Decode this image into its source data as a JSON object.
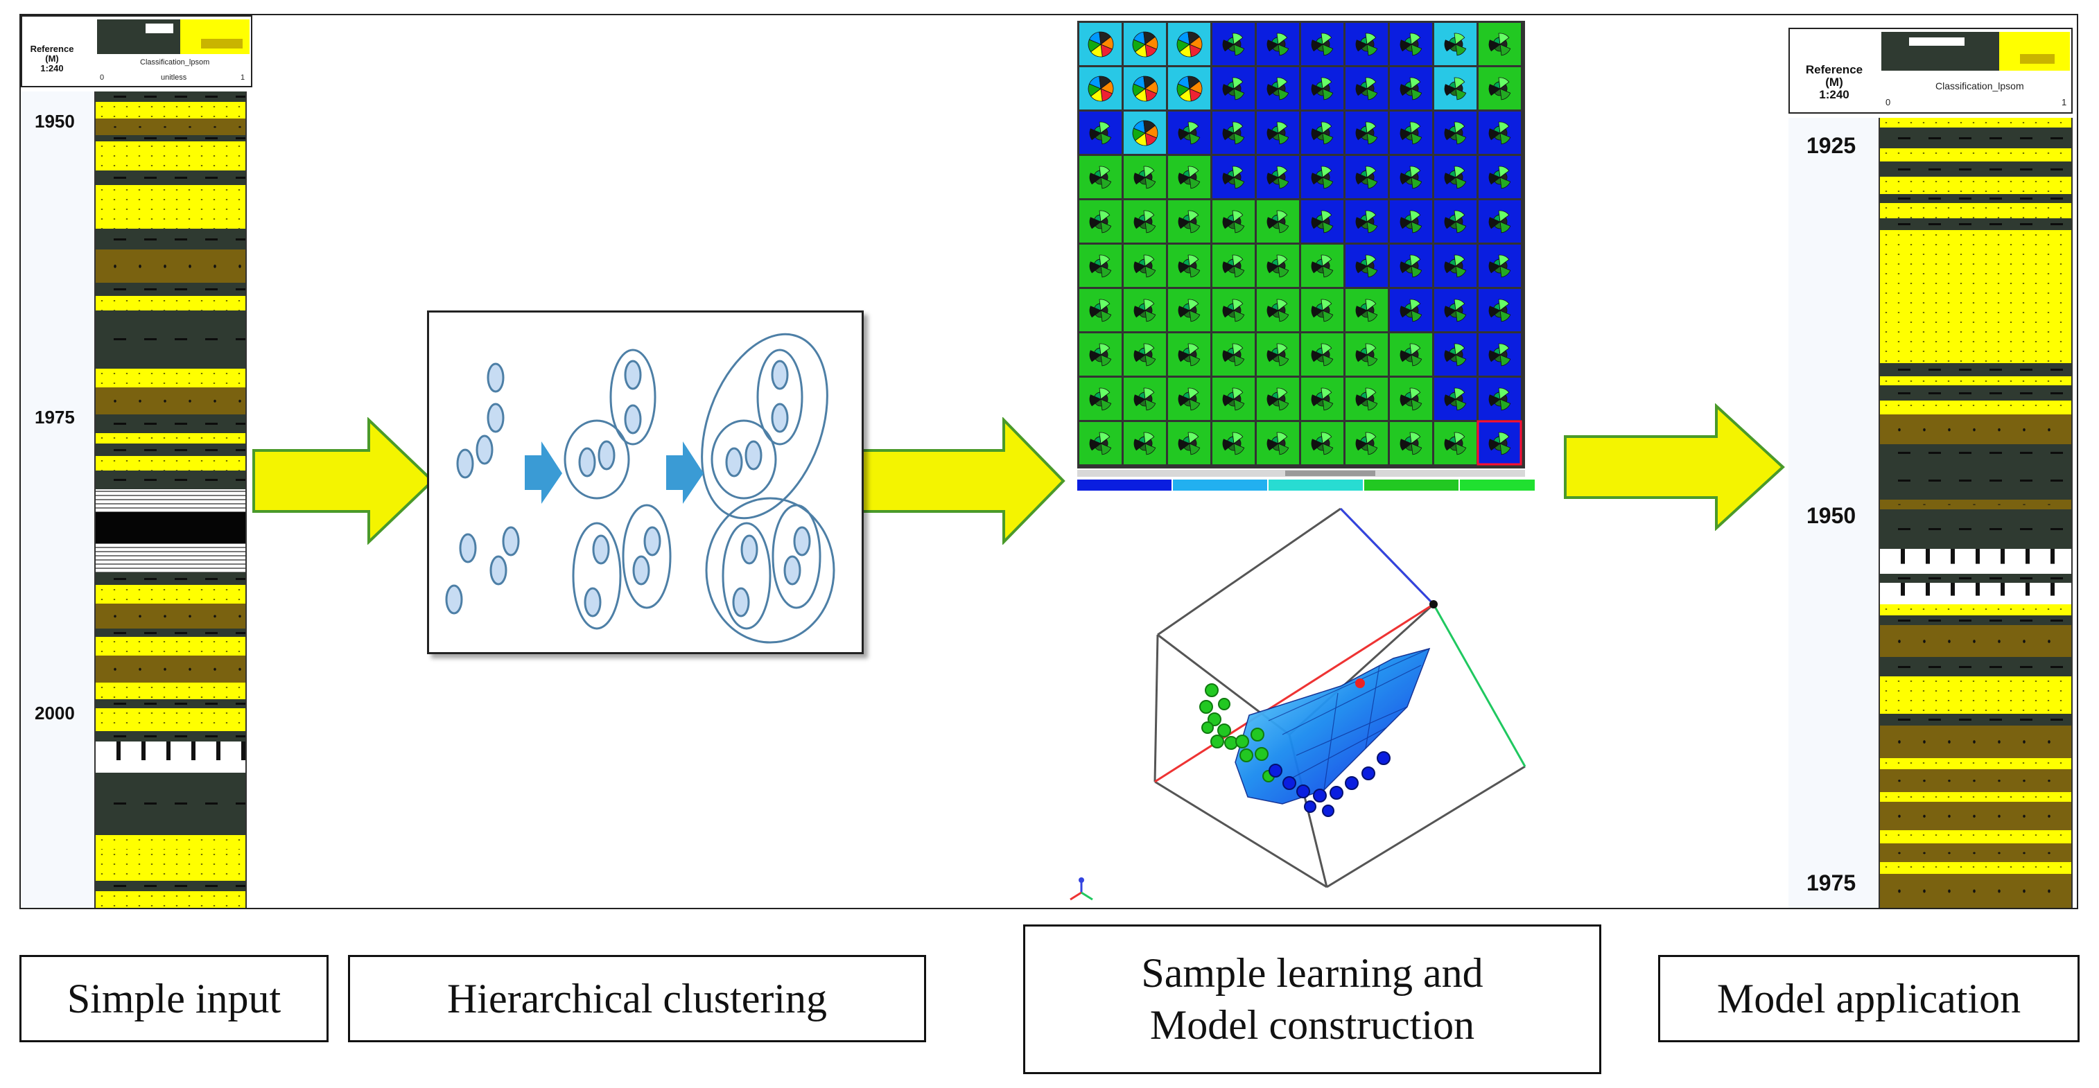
{
  "left_log": {
    "header_ref": [
      "Reference",
      "(M)",
      "1:240"
    ],
    "track_title": "Classification_lpsom",
    "track_unit": "unitless",
    "scale_min": "0",
    "scale_max": "1",
    "depths": [
      "1950",
      "1975",
      "2000"
    ]
  },
  "right_log": {
    "header_ref": [
      "Reference",
      "(M)",
      "1:240"
    ],
    "track_title": "Classification_lpsom",
    "scale_min": "0",
    "scale_max": "1",
    "depths": [
      "1925",
      "1950",
      "1975"
    ]
  },
  "captions": {
    "input": "Simple input",
    "clustering": "Hierarchical clustering",
    "learning_line1": "Sample learning and",
    "learning_line2": "Model construction",
    "application": "Model application"
  },
  "colors": {
    "sand_yellow": "#ffff00",
    "shale_dark": "#2f3a31",
    "silt_brown": "#7a6210",
    "arrow_fill": "#f4f400",
    "arrow_stroke": "#4a9a2a",
    "som_blue": "#0a1ee0",
    "som_green": "#22c822",
    "som_cyan": "#28c8e6",
    "cluster_stroke": "#4d7fa6",
    "cluster_fill": "#c7dcf3",
    "step_arrow": "#3a9bd5"
  }
}
